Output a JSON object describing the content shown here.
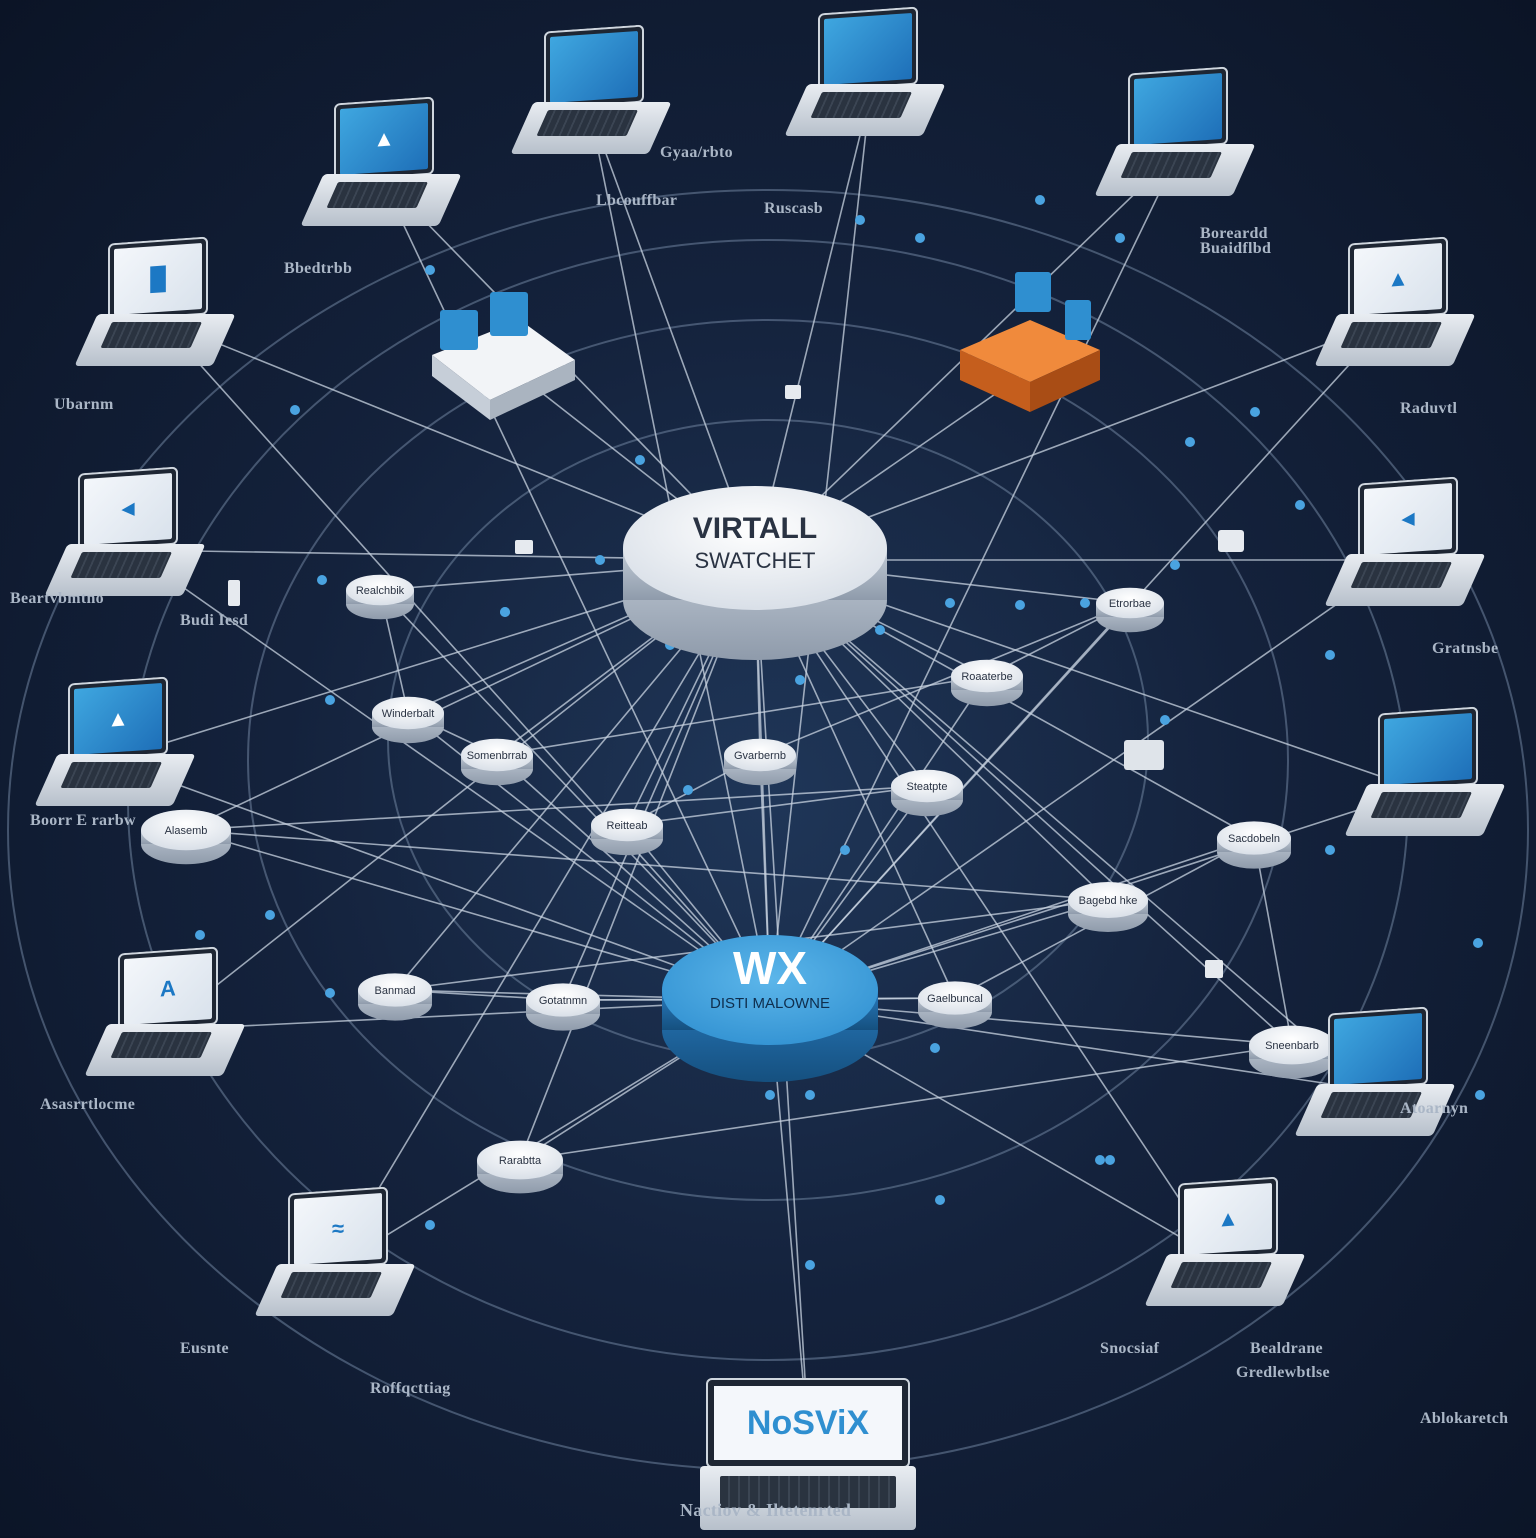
{
  "hub": {
    "line1": "VIRTALL",
    "line2": "SWATCHET"
  },
  "core": {
    "title": "WX",
    "subtitle": "DISTI MALOWNE"
  },
  "bottom_laptop": {
    "screen_text": "NoSViX"
  },
  "footer": {
    "caption": "Nactiov & Iltetenrted"
  },
  "node_labels": [
    "Realchbik",
    "Winderbalt",
    "Somenbrrab",
    "Roaaterbe",
    "Etrorbae",
    "Gvarbernb",
    "Reitteab",
    "Steatpte",
    "Alasemb",
    "Bagebd hke",
    "Banmad",
    "Gotatnmn",
    "Gaelbuncal",
    "Sacdobeln",
    "Sneenbarb",
    "Rarabtta"
  ],
  "blurbs": [
    "Lbcouffbar",
    "Ruscasb",
    "Bbedtrbb",
    "Gyaa/rbto",
    "Buaidflbd",
    "Raduvtl",
    "Gratnsbe",
    "Ubarnm",
    "Beartvbmtno",
    "Budi Iesd",
    "Boorr E rarbw",
    "Asasrrtlocme",
    "Atoarnyn",
    "Snocsiaf",
    "Bealdrane",
    "Eusnte",
    "Roffqcttiag",
    "Gredlewbtlse",
    "Boreardd",
    "Ablokaretch"
  ],
  "colors": {
    "background": "#14223c",
    "link": "#c9d4e2",
    "accent_blue": "#2f8fd0",
    "accent_orange": "#e07630",
    "node_fill": "#f2f4f7"
  },
  "icons": [
    "laptop-icon",
    "switch-hub-icon",
    "router-icon",
    "connector-icon",
    "server-rack-icon"
  ]
}
